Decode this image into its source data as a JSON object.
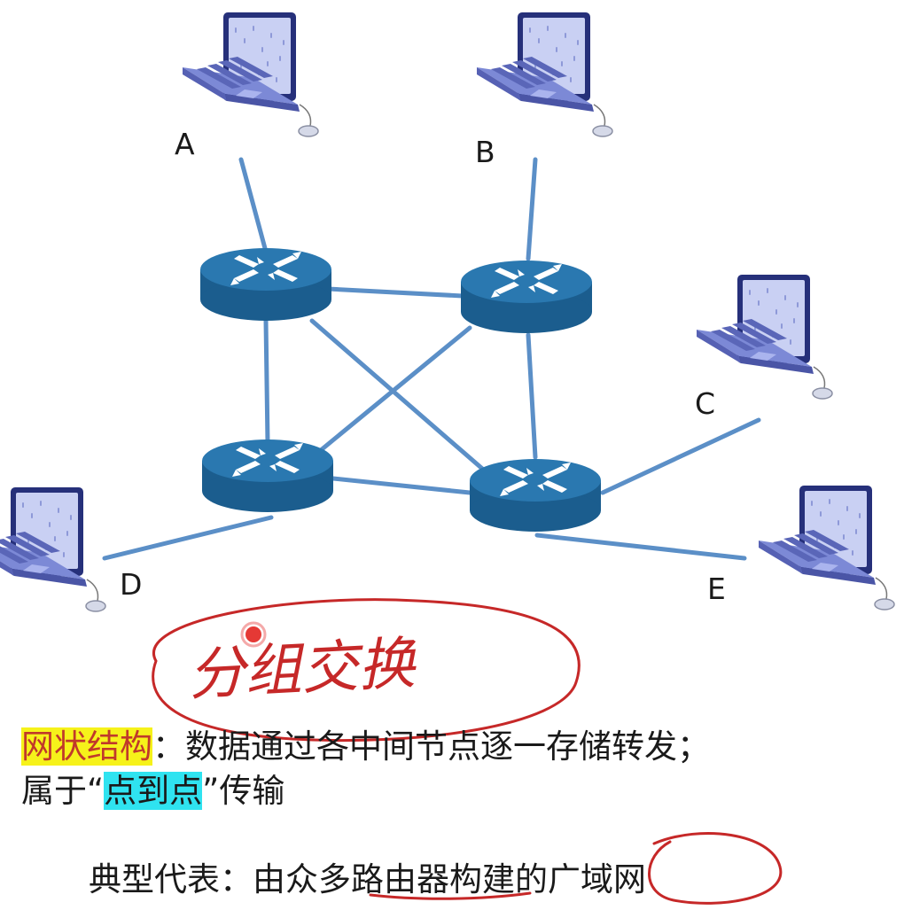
{
  "labels": {
    "a": "A",
    "b": "B",
    "c": "C",
    "d": "D",
    "e": "E"
  },
  "handwriting": {
    "note": "分组交换"
  },
  "text": {
    "line1_highlight": "网状结构",
    "line1_rest": "：数据通过各中间节点逐一存储转发；",
    "line2_prefix": "属于“",
    "line2_highlight": "点到点",
    "line2_suffix": "”传输",
    "line3": "典型代表：由众多路由器构建的广域网"
  },
  "colors": {
    "link": "#5b8fc7",
    "router_top": "#2a78b0",
    "router_side": "#1b5d8e",
    "laptop": "#6f7fd0",
    "annotation": "#c62828",
    "highlight_yellow": "#f6f21a",
    "highlight_cyan": "#2fe3f0"
  }
}
